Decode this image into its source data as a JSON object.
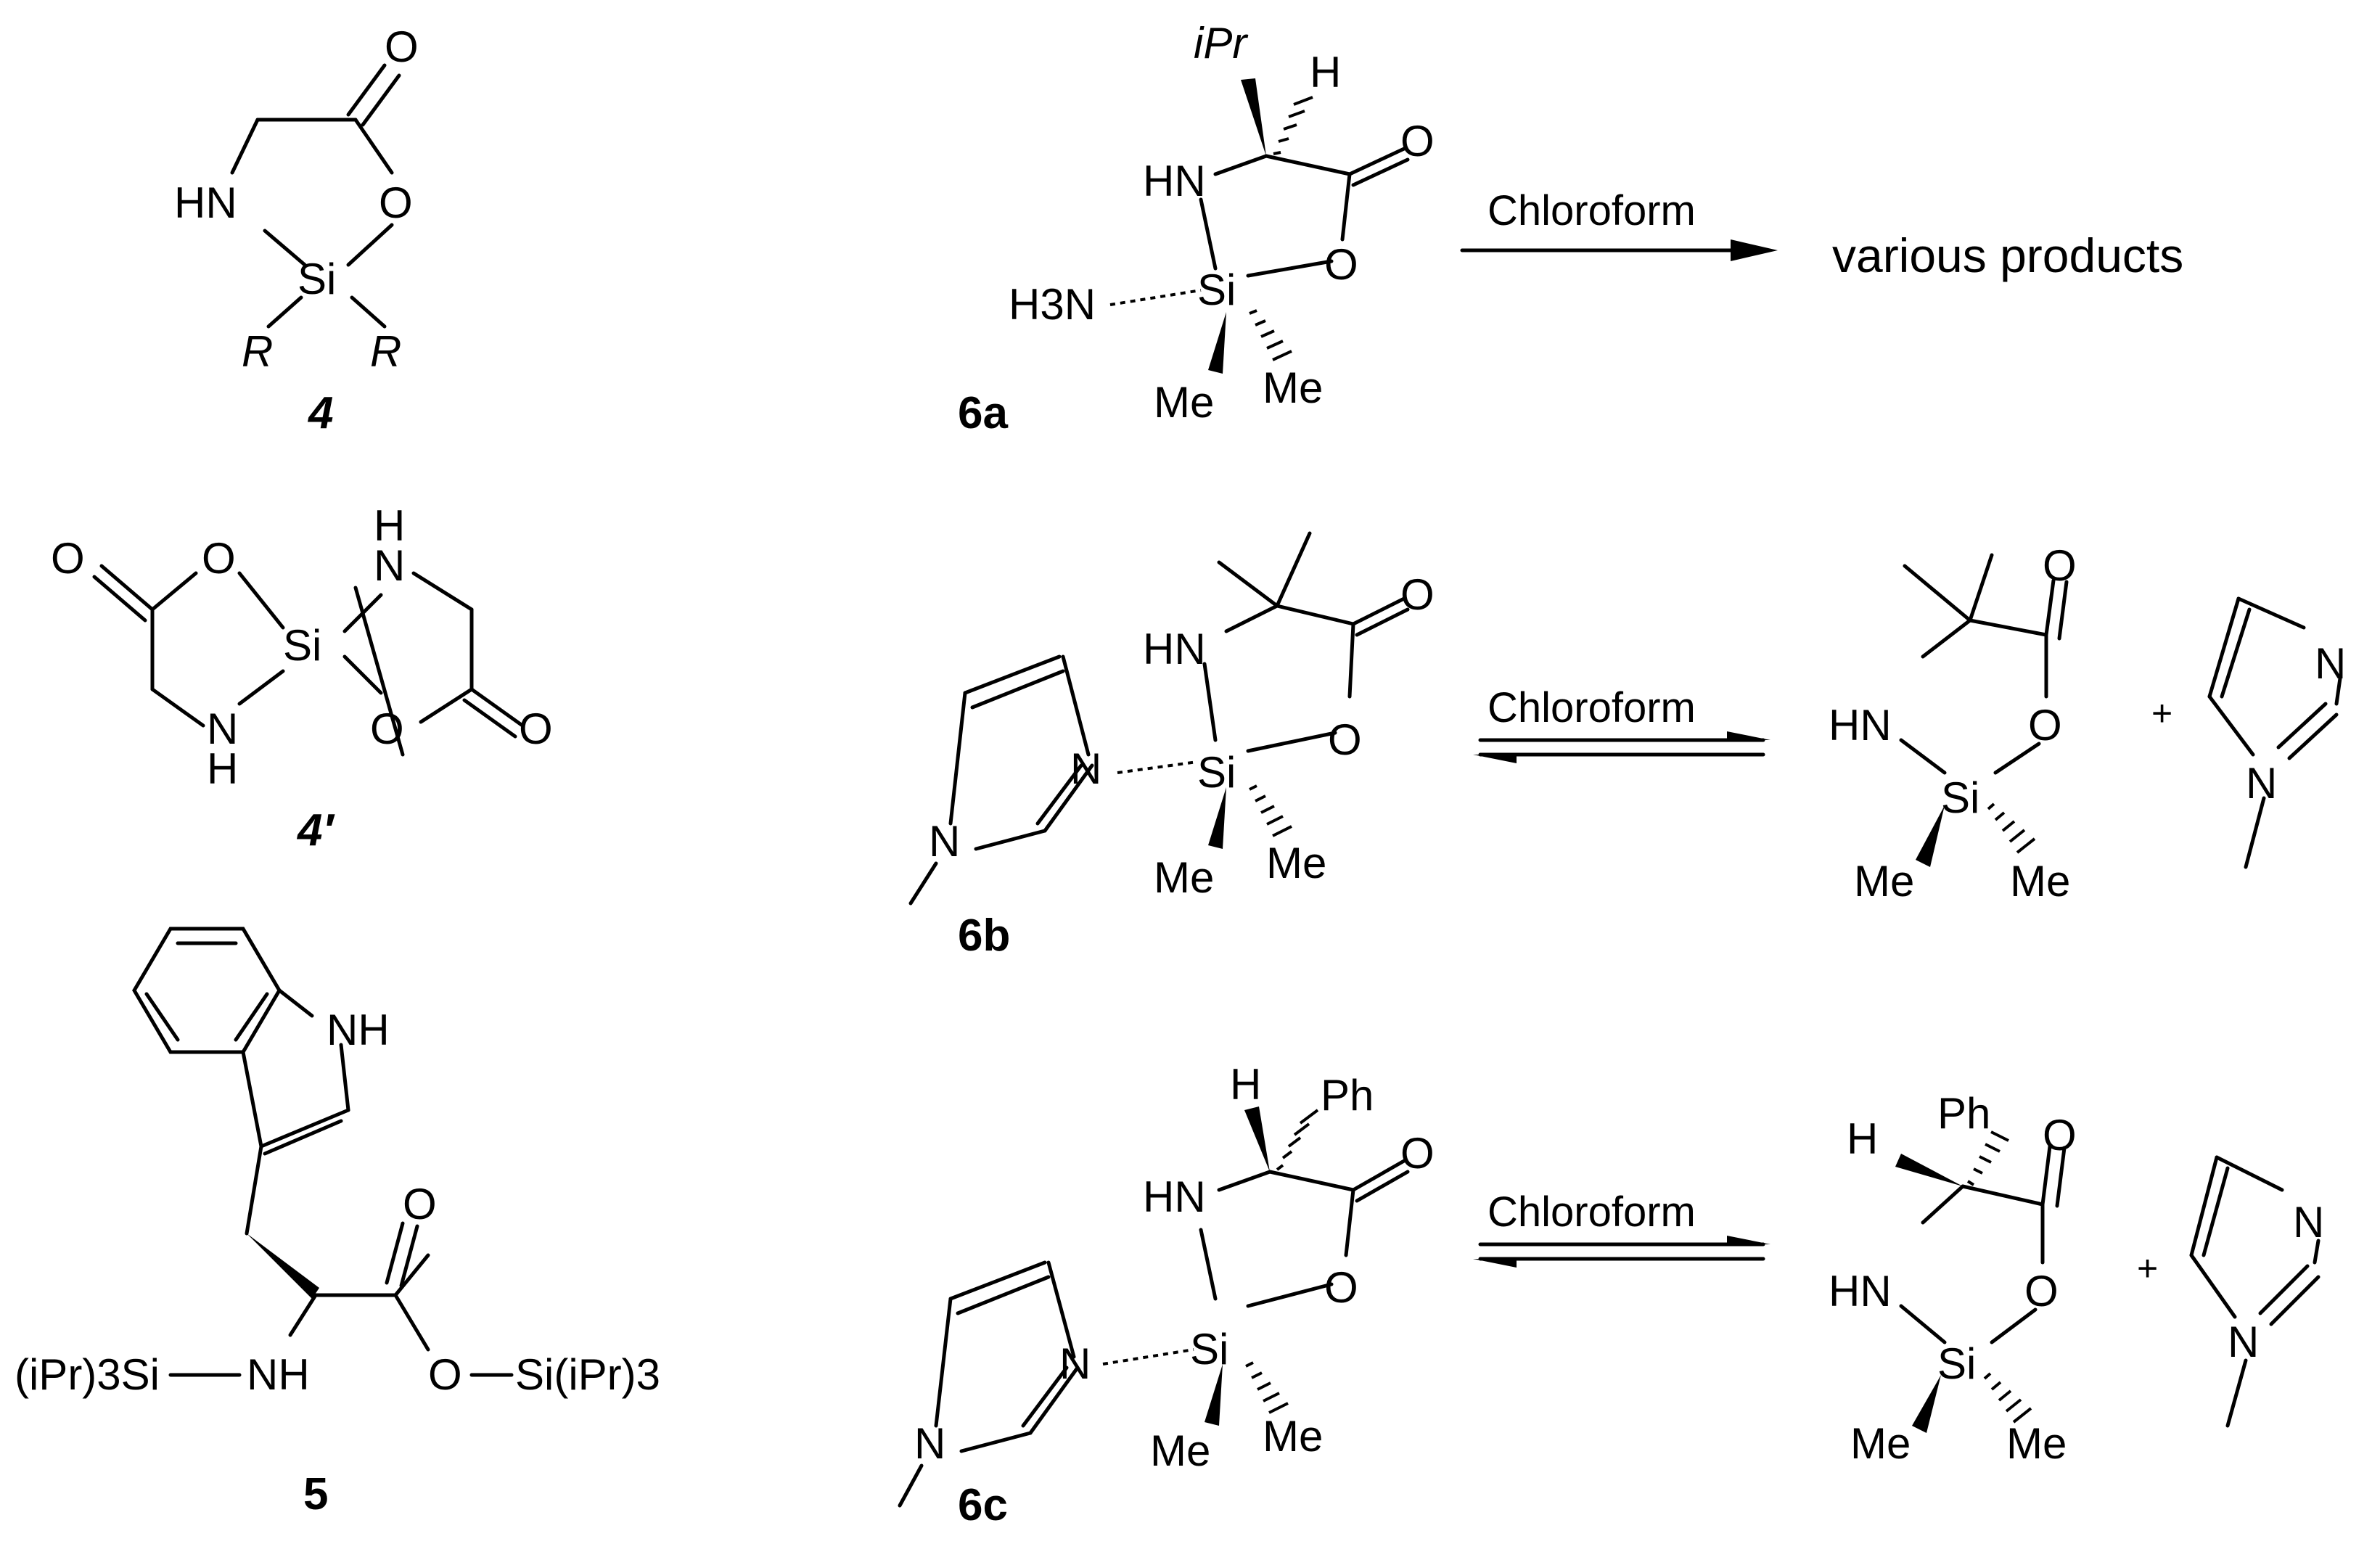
{
  "compounds": {
    "c4": {
      "label": "4",
      "nh": "HN",
      "o": "O",
      "o_carbonyl": "O",
      "si": "Si",
      "r1": "R",
      "r2": "R"
    },
    "c4p": {
      "label": "4′",
      "o1": "O",
      "o_c1": "O",
      "n1": "N",
      "h1": "H",
      "si": "Si",
      "n2": "N",
      "h2": "H",
      "o2": "O",
      "o_c2": "O"
    },
    "c5": {
      "label": "5",
      "nh_ring": "NH",
      "o_carbonyl": "O",
      "si_left": "(iPr)3Si",
      "nh": "NH",
      "o_ester": "O",
      "si_right": "Si(iPr)3"
    },
    "c6a": {
      "label": "6a",
      "ipr": "iPr",
      "h": "H",
      "o_carbonyl": "O",
      "hn": "HN",
      "o": "O",
      "h3n": "H3N",
      "si": "Si",
      "me1": "Me",
      "me2": "Me"
    },
    "c6b": {
      "label": "6b",
      "o_carbonyl": "O",
      "hn": "HN",
      "o": "O",
      "n_imid": "N",
      "n_me": "N",
      "si": "Si",
      "me1": "Me",
      "me2": "Me"
    },
    "c6c": {
      "label": "6c",
      "h": "H",
      "ph": "Ph",
      "o_carbonyl": "O",
      "hn": "HN",
      "o": "O",
      "n_imid": "N",
      "n_me": "N",
      "si": "Si",
      "me1": "Me",
      "me2": "Me"
    }
  },
  "reactions": {
    "r1": {
      "condition": "Chloroform",
      "product": "various products"
    },
    "r2": {
      "condition": "Chloroform",
      "p_hn": "HN",
      "p_o": "O",
      "p_o_carbonyl": "O",
      "p_si": "Si",
      "p_me1": "Me",
      "p_me2": "Me",
      "plus": "+",
      "im_n1": "N",
      "im_n2": "N"
    },
    "r3": {
      "condition": "Chloroform",
      "p_h": "H",
      "p_ph": "Ph",
      "p_hn": "HN",
      "p_o": "O",
      "p_o_carbonyl": "O",
      "p_si": "Si",
      "p_me1": "Me",
      "p_me2": "Me",
      "plus": "+",
      "im_n1": "N",
      "im_n2": "N"
    }
  }
}
